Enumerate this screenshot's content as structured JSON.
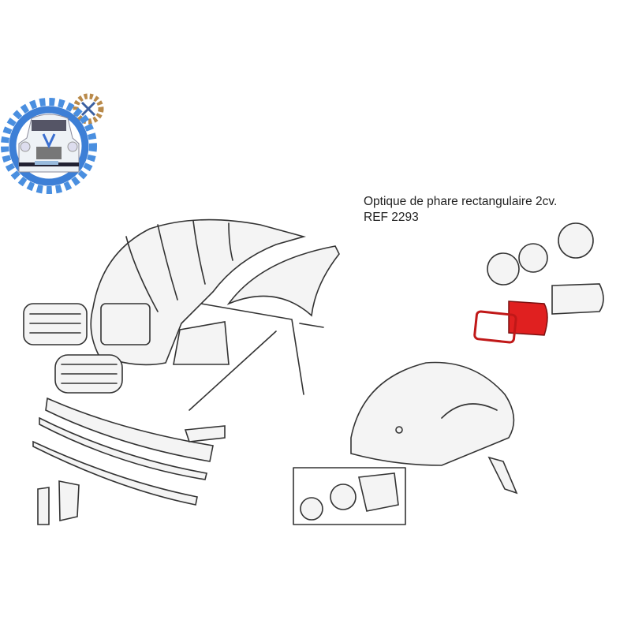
{
  "caption": {
    "title": "Optique de phare rectangulaire 2cv.",
    "reference": "REF 2293"
  },
  "colors": {
    "highlight": "#e02020",
    "gear_blue": "#4a8fe0",
    "gear_bronze": "#b98a4a"
  },
  "logo": {
    "icon": "gear-car-logo"
  }
}
